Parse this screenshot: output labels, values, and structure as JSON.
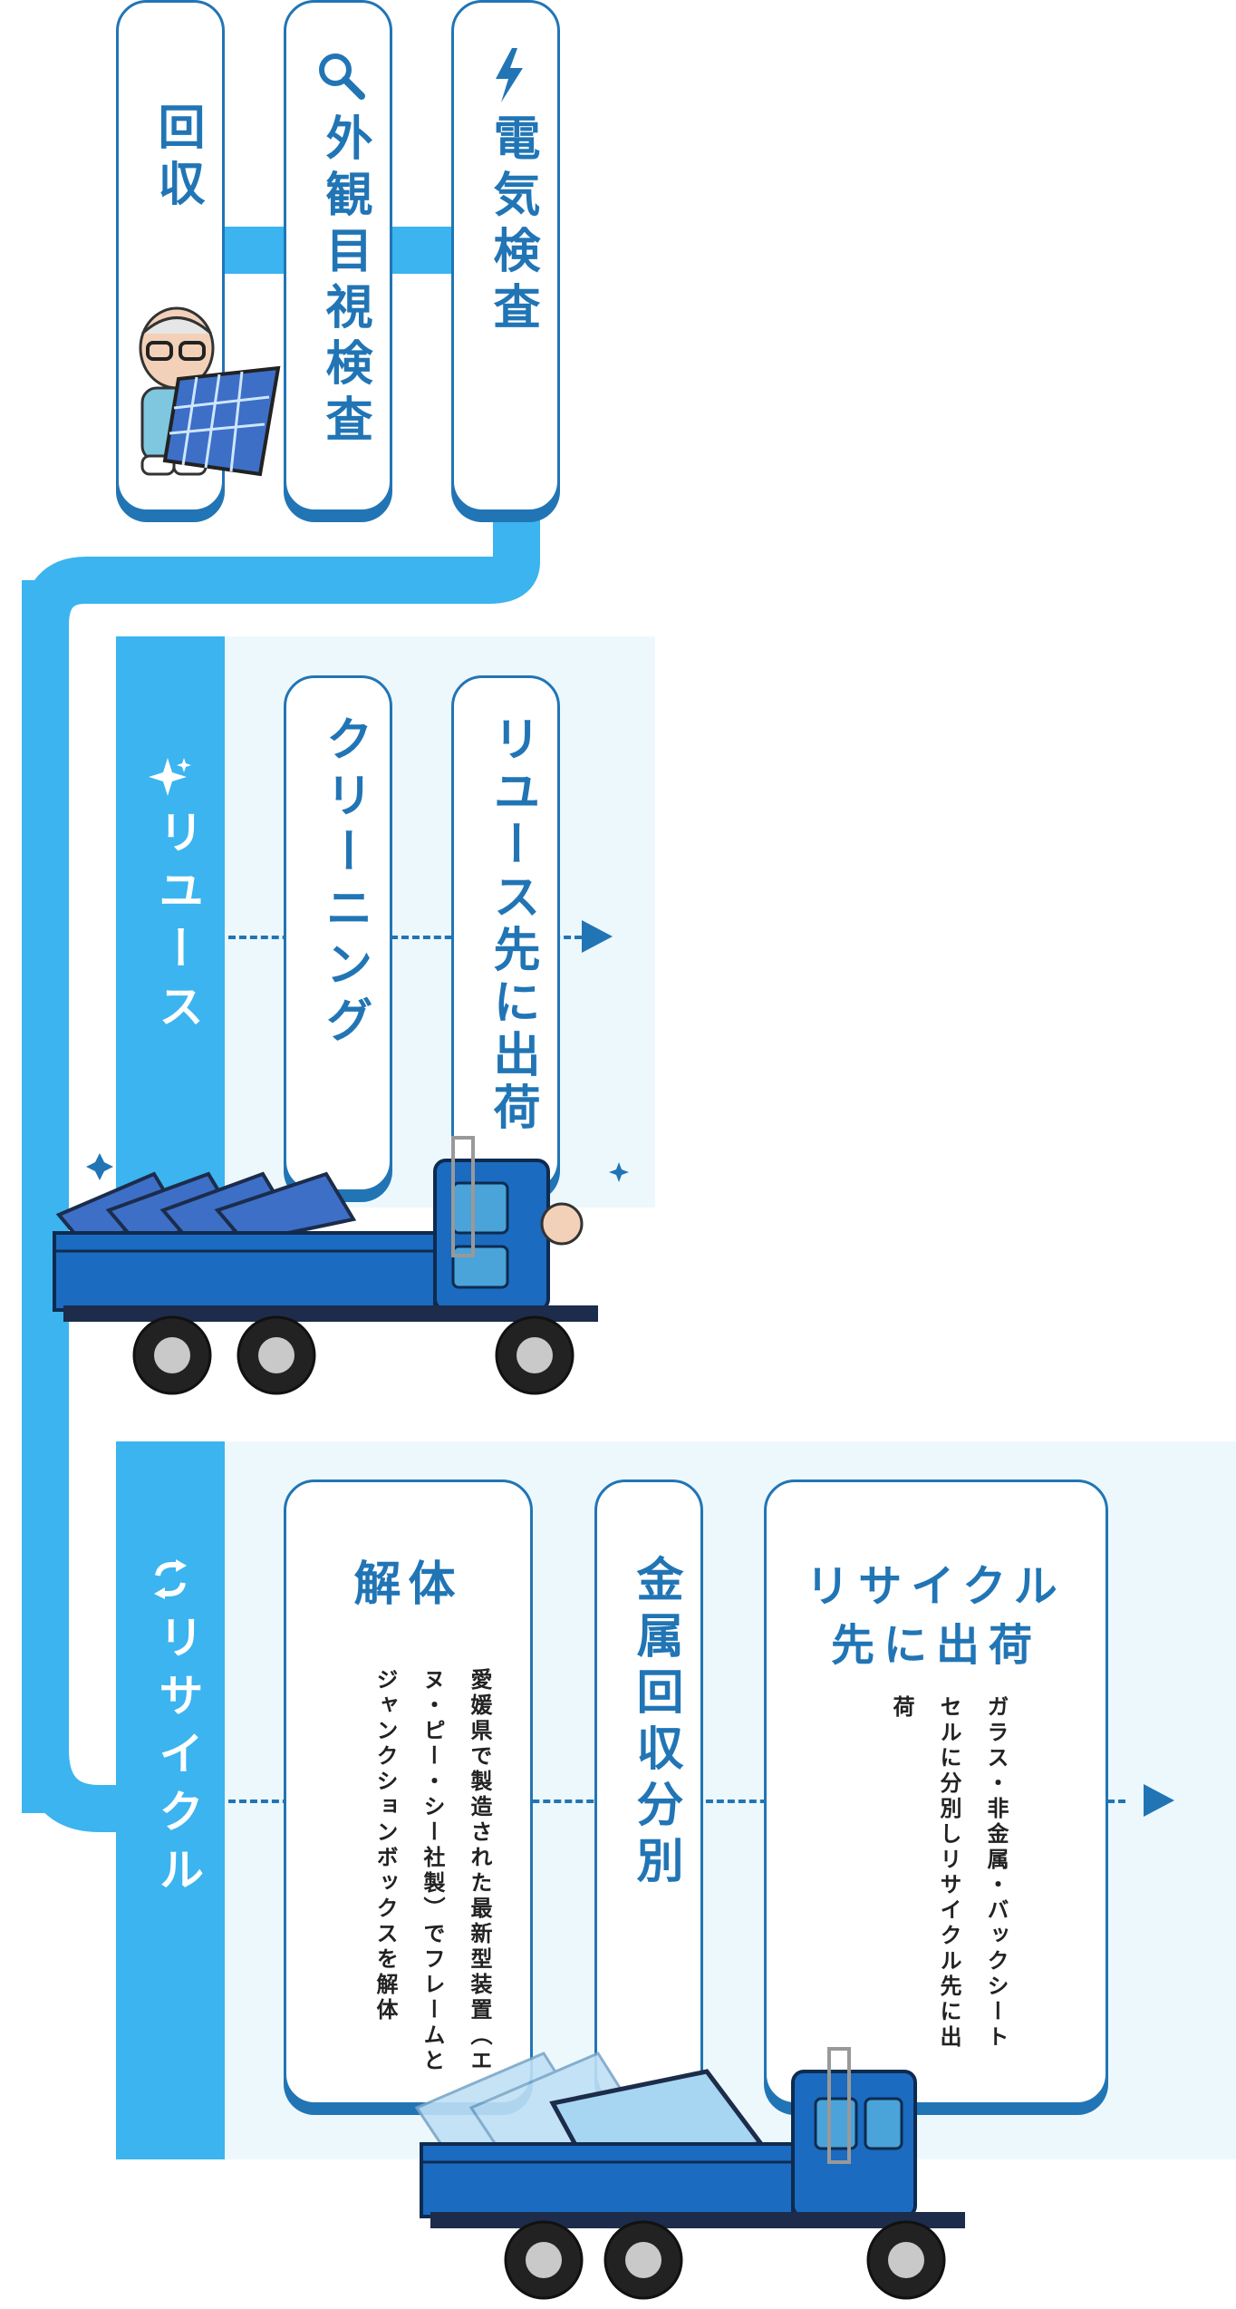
{
  "steps": {
    "collect": "回収",
    "visual": "外観目視検査",
    "electric": "電気検査"
  },
  "reuse": {
    "label": "リユース",
    "cleaning": "クリーニング",
    "ship": "リユース先に出荷"
  },
  "recycle": {
    "label": "リサイクル",
    "dismantle_title": "解体",
    "dismantle_desc": "愛媛県で製造された最新型装置（エヌ・ピー・シー社製）でフレームとジャンクションボックスを解体",
    "metal": "金属回収分別",
    "ship_title_1": "リサイクル",
    "ship_title_2": "先に出荷",
    "ship_desc": "ガラス・非金属・バックシートセルに分別しリサイクル先に出荷"
  },
  "colors": {
    "accent": "#2175b5",
    "band": "#3bb4ef",
    "panel": "#edf8fd"
  }
}
